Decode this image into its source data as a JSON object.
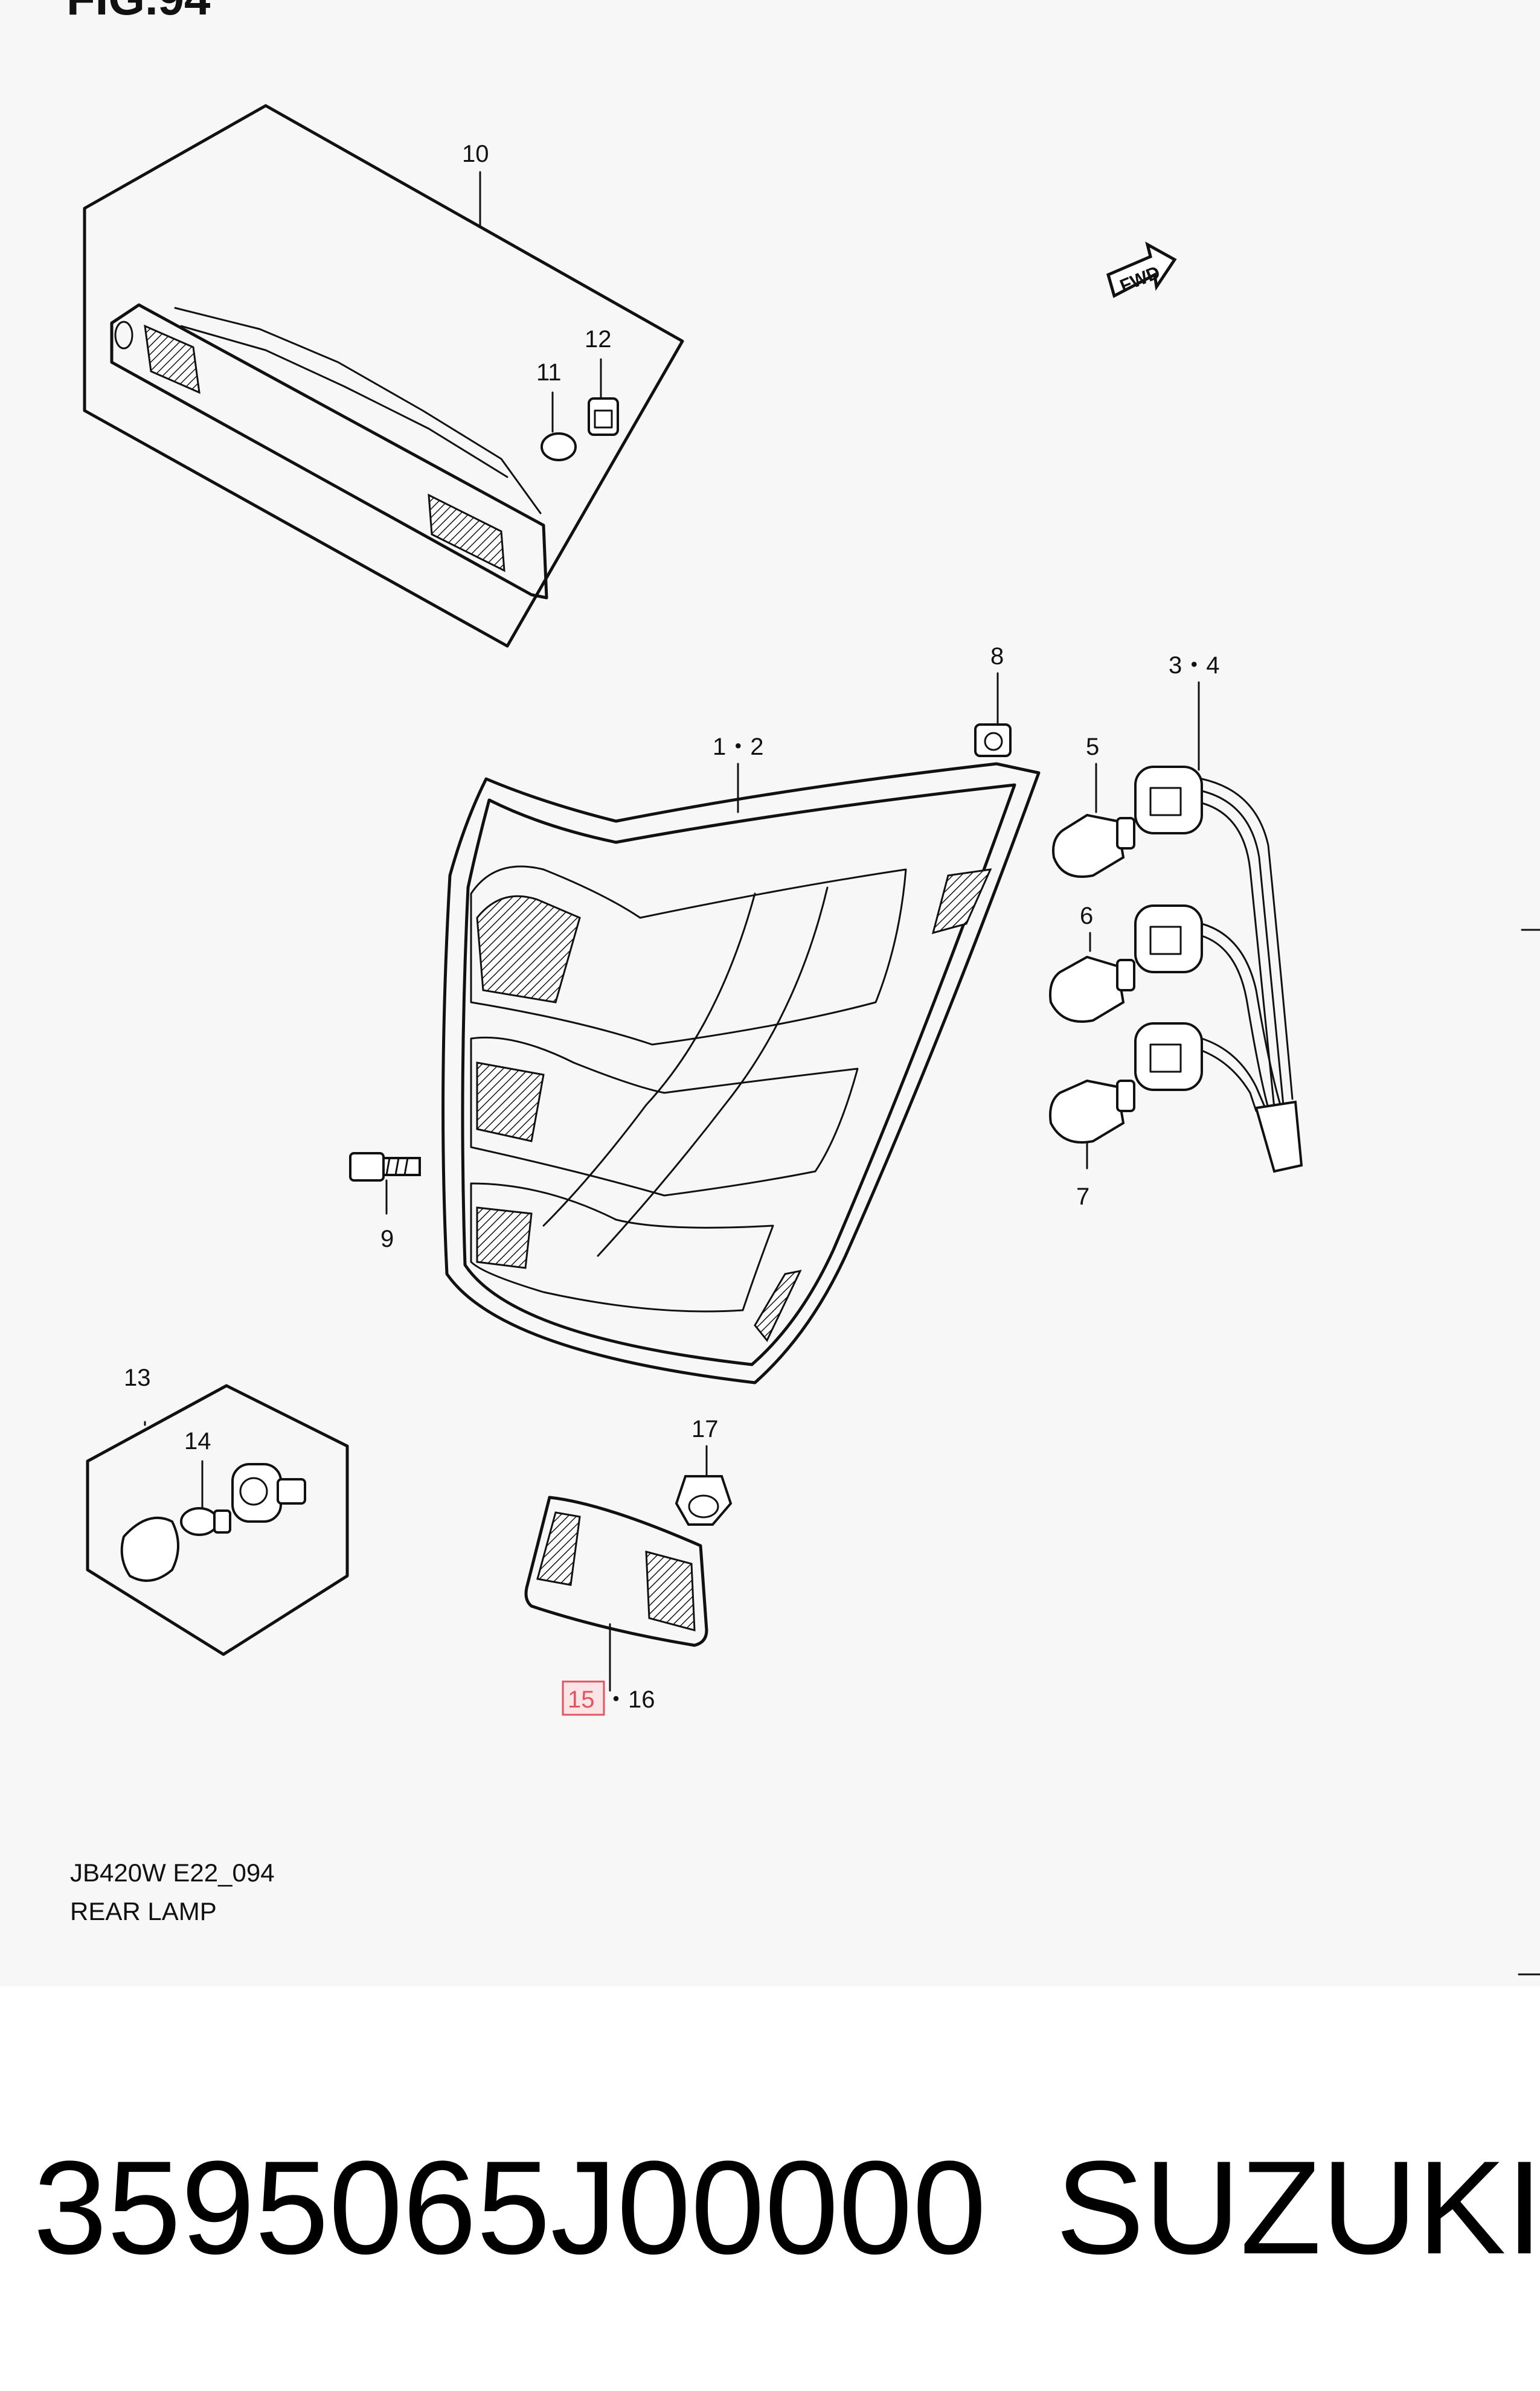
{
  "figure": {
    "heading": "FIG.94",
    "drawing_code": "JB420W E22_094",
    "title": "REAR LAMP",
    "direction_marker": "FWD"
  },
  "callouts": [
    {
      "id": "10",
      "text": "10"
    },
    {
      "id": "11",
      "text": "11"
    },
    {
      "id": "12",
      "text": "12"
    },
    {
      "id": "8",
      "text": "8"
    },
    {
      "id": "3-4",
      "text": "3・4"
    },
    {
      "id": "1-2",
      "text": "1・2"
    },
    {
      "id": "5",
      "text": "5"
    },
    {
      "id": "6",
      "text": "6"
    },
    {
      "id": "7",
      "text": "7"
    },
    {
      "id": "9",
      "text": "9"
    },
    {
      "id": "13",
      "text": "13"
    },
    {
      "id": "14",
      "text": "14"
    },
    {
      "id": "17",
      "text": "17"
    },
    {
      "id": "15",
      "text": "15",
      "highlighted": true
    },
    {
      "id": "16",
      "text": "・16"
    }
  ],
  "highlight_color": "#e05560",
  "product": {
    "part_number": "3595065J00000",
    "brand": "SUZUKI"
  }
}
